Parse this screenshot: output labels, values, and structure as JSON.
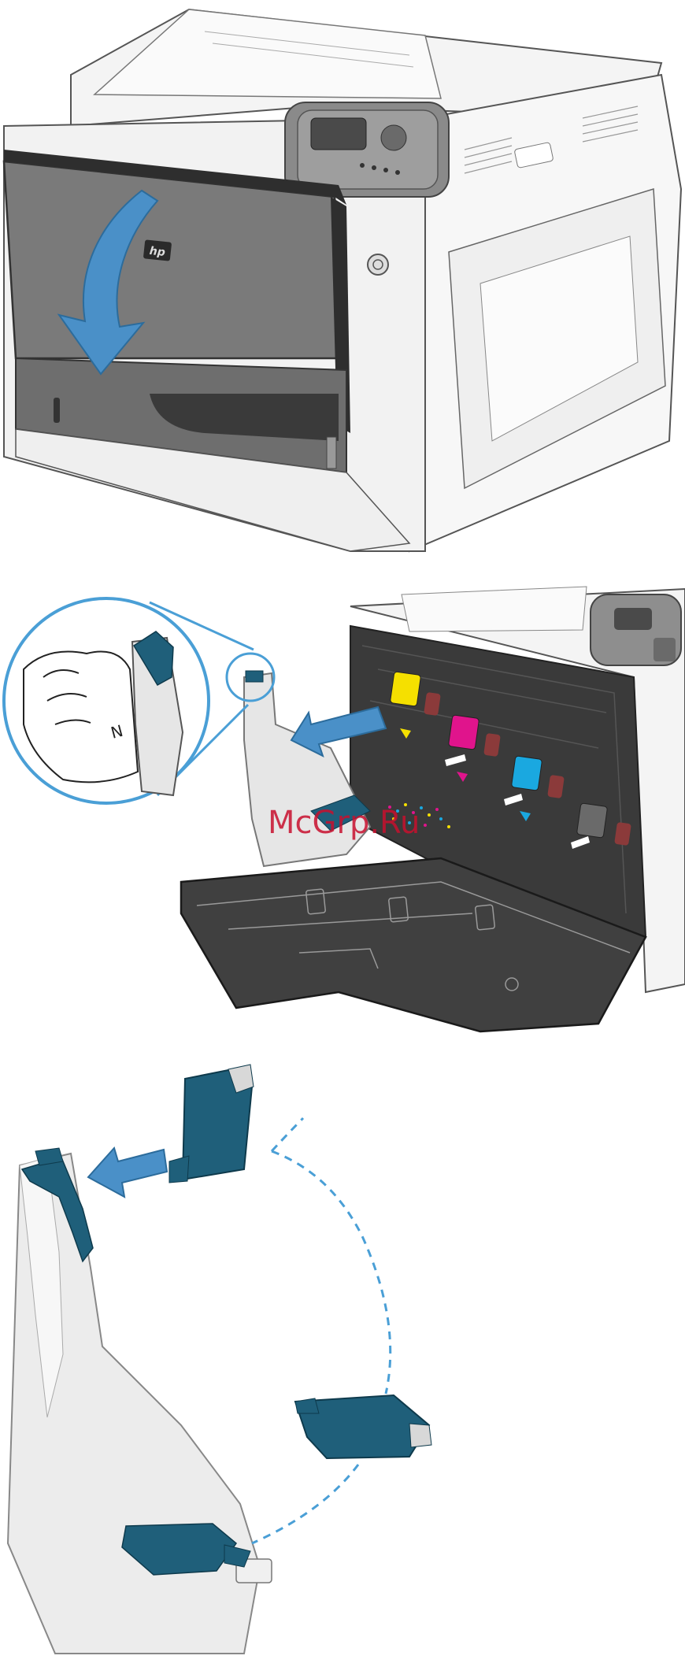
{
  "printer": {
    "brand_logo": "hp"
  },
  "callout": {
    "glyph": "N"
  },
  "watermark": {
    "text": "McGrp.Ru"
  },
  "colors": {
    "arrow": "#4a90c8",
    "callout_ring": "#4a9fd6",
    "latch": "#1f5f7a",
    "door": "#7a7a7a",
    "door_dark": "#3c3c3c",
    "toner_yellow": "#f5e000",
    "toner_magenta": "#e0148c",
    "toner_cyan": "#1aa8e0",
    "toner_black": "#6a6a6a",
    "watermark": "#c8102e"
  },
  "icons": [
    "down-arrow-icon",
    "pull-arrow-icon",
    "left-arrow-icon",
    "dashed-path-icon"
  ]
}
